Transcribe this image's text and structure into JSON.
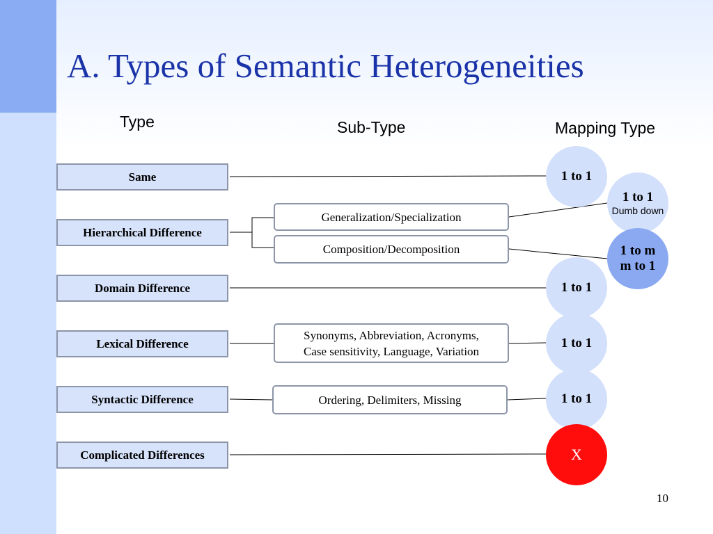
{
  "slide": {
    "title": "A. Types of Semantic Heterogeneities",
    "page_number": "10",
    "headers": {
      "type": "Type",
      "subtype": "Sub-Type",
      "mapping": "Mapping Type"
    },
    "types": [
      {
        "id": "same",
        "label": "Same"
      },
      {
        "id": "hierarchical",
        "label": "Hierarchical Difference"
      },
      {
        "id": "domain",
        "label": "Domain Difference"
      },
      {
        "id": "lexical",
        "label": "Lexical Difference"
      },
      {
        "id": "syntactic",
        "label": "Syntactic Difference"
      },
      {
        "id": "complicated",
        "label": "Complicated Differences"
      }
    ],
    "subtypes": [
      {
        "id": "generalization",
        "label": "Generalization/Specialization"
      },
      {
        "id": "composition",
        "label": "Composition/Decomposition"
      },
      {
        "id": "lexical",
        "label_line1": "Synonyms, Abbreviation, Acronyms,",
        "label_line2": "Case sensitivity, Language, Variation"
      },
      {
        "id": "syntactic",
        "label": "Ordering, Delimiters, Missing"
      }
    ],
    "mappings": [
      {
        "id": "same",
        "label": "1 to 1",
        "color": "#d3e0fb"
      },
      {
        "id": "dumb",
        "label": "1 to 1",
        "sublabel": "Dumb down",
        "color": "#d3e0fb"
      },
      {
        "id": "many",
        "label_line1": "1 to m",
        "label_line2": "m to 1",
        "color": "#8aa9f1"
      },
      {
        "id": "domain",
        "label": "1 to 1",
        "color": "#d3e0fb"
      },
      {
        "id": "lexical",
        "label": "1 to 1",
        "color": "#d3e0fb"
      },
      {
        "id": "syntactic",
        "label": "1 to 1",
        "color": "#d3e0fb"
      },
      {
        "id": "complicated",
        "label": "X",
        "color": "#ff0d0d"
      }
    ]
  }
}
